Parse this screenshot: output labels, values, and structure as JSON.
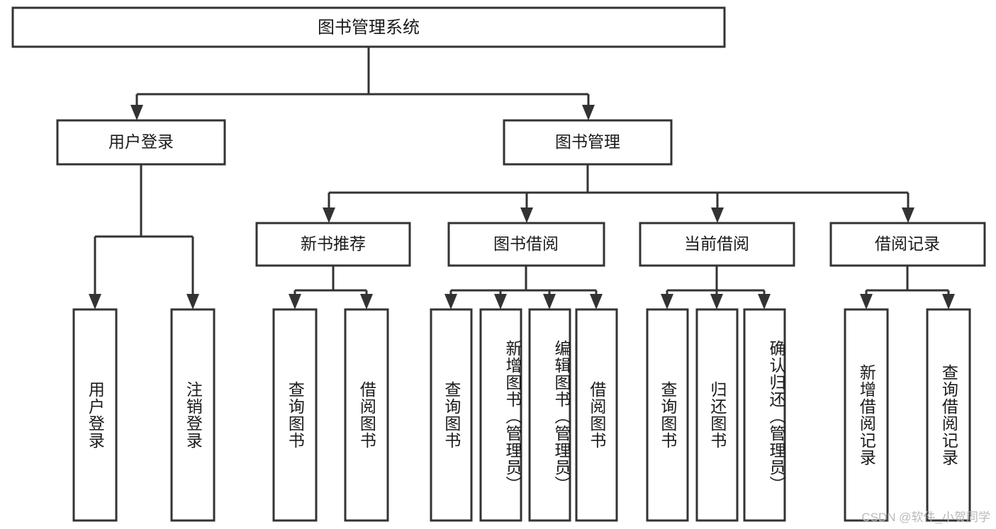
{
  "diagram": {
    "title": "图书管理系统",
    "type": "tree",
    "orientation": "top-down",
    "colors": {
      "box_stroke": "#333333",
      "box_fill": "#ffffff",
      "connector": "#333333",
      "text": "#1a1a1a",
      "watermark": "#b9b9b9"
    },
    "levels": {
      "root": {
        "label": "图书管理系统"
      },
      "level2": [
        {
          "label": "用户登录"
        },
        {
          "label": "图书管理"
        }
      ],
      "level3": [
        {
          "label": "新书推荐"
        },
        {
          "label": "图书借阅"
        },
        {
          "label": "当前借阅"
        },
        {
          "label": "借阅记录"
        }
      ],
      "leaves": {
        "user_login": [
          {
            "label": "用户登录"
          },
          {
            "label": "注销登录"
          }
        ],
        "new_book_recommend": [
          {
            "label": "查询图书"
          },
          {
            "label": "借阅图书"
          }
        ],
        "book_borrow": [
          {
            "label": "查询图书"
          },
          {
            "label": "新增图书（管理员）"
          },
          {
            "label": "编辑图书（管理员）"
          },
          {
            "label": "借阅图书"
          }
        ],
        "current_borrow": [
          {
            "label": "查询图书"
          },
          {
            "label": "归还图书"
          },
          {
            "label": "确认归还（管理员）"
          }
        ],
        "borrow_records": [
          {
            "label": "新增借阅记录"
          },
          {
            "label": "查询借阅记录"
          }
        ]
      }
    }
  },
  "watermark": {
    "text": "CSDN @软件_小贺同学"
  }
}
